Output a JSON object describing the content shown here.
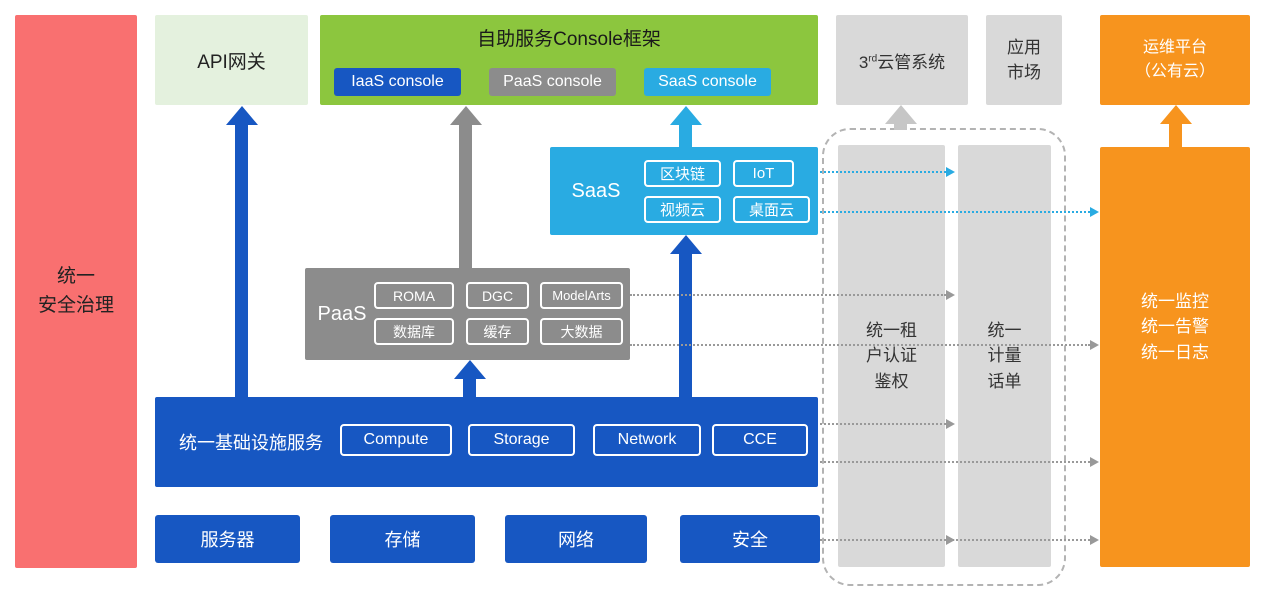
{
  "diagram": {
    "security_bar": {
      "label": "统一\n安全治理"
    },
    "api_gateway": {
      "label": "API网关"
    },
    "console_framework": {
      "title": "自助服务Console框架",
      "iaas_console": "IaaS console",
      "paas_console": "PaaS console",
      "saas_console": "SaaS console"
    },
    "third_party_cloud": {
      "prefix": "3",
      "sup": "rd",
      "rest": "云管系统"
    },
    "app_market": {
      "label": "应用\n市场"
    },
    "om_platform": {
      "label": "运维平台\n（公有云）"
    },
    "saas": {
      "label": "SaaS",
      "chips": [
        "区块链",
        "IoT",
        "视频云",
        "桌面云"
      ]
    },
    "paas": {
      "label": "PaaS",
      "chips": [
        "ROMA",
        "DGC",
        "ModelArts",
        "数据库",
        "缓存",
        "大数据"
      ]
    },
    "iaas": {
      "label": "统一基础设施服务",
      "chips": [
        "Compute",
        "Storage",
        "Network",
        "CCE"
      ]
    },
    "infrastructure": {
      "items": [
        "服务器",
        "存储",
        "网络",
        "安全"
      ]
    },
    "tenant_auth_bar": {
      "label": "统一租\n户认证\n鉴权"
    },
    "metering_bar": {
      "label": "统一\n计量\n话单"
    },
    "monitoring_bar": {
      "label": "统一监控\n统一告警\n统一日志"
    }
  },
  "colors": {
    "blue": "#1757c2",
    "green": "#8cc63e",
    "light_green": "#e4f1de",
    "cyan": "#29abe2",
    "gray": "#8c8c8c",
    "light_gray": "#d9d9d9",
    "orange": "#f7941e",
    "red": "#f97070"
  }
}
